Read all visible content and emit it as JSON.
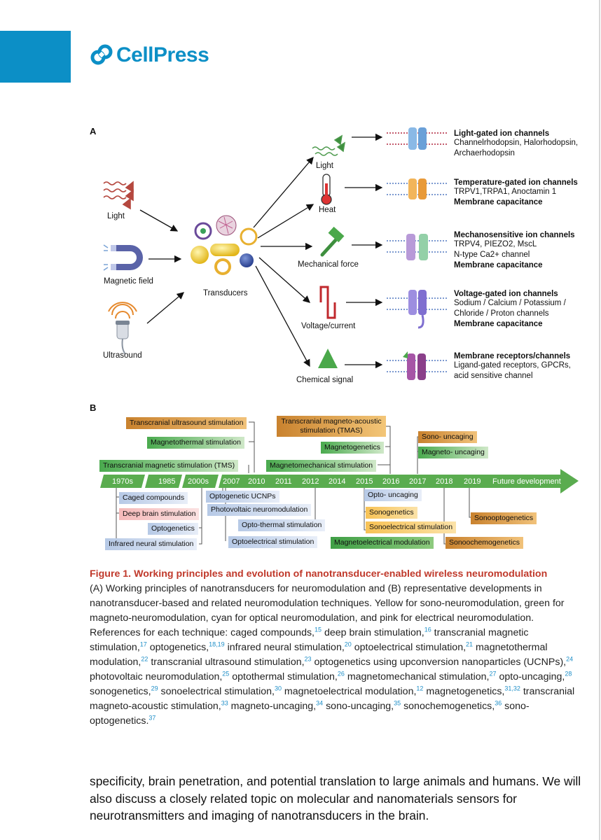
{
  "header": {
    "logo_text": "CellPress"
  },
  "panel_a": {
    "letter": "A",
    "inputs": [
      "Light",
      "Magnetic field",
      "Ultrasound"
    ],
    "transducers_label": "Transducers",
    "outputs": [
      "Light",
      "Heat",
      "Mechanical force",
      "Voltage/current",
      "Chemical signal"
    ],
    "channels": [
      {
        "title": "Light-gated ion channels",
        "lines": [
          "Channelrhodopsin, Halorhodopsin,",
          "Archaerhodopsin"
        ],
        "bold_line": ""
      },
      {
        "title": "Temperature-gated ion channels",
        "lines": [
          "TRPV1,TRPA1, Anoctamin 1"
        ],
        "bold_line": "Membrane capacitance"
      },
      {
        "title": "Mechanosensitive ion channels",
        "lines": [
          "TRPV4, PIEZO2, MscL",
          "N-type Ca2+ channel"
        ],
        "bold_line": "Membrane capacitance"
      },
      {
        "title": "Voltage-gated ion channels",
        "lines": [
          " Sodium / Calcium / Potassium /",
          "Chloride / Proton channels"
        ],
        "bold_line": "Membrane capacitance"
      },
      {
        "title": "Membrane receptors/channels",
        "lines": [
          "Ligand-gated receptors, GPCRs,",
          "acid sensitive channel"
        ],
        "bold_line": ""
      }
    ],
    "colors": {
      "light_wave": "#b5483f",
      "magnet": "#5a63a8",
      "ultrasound": "#e68a2e",
      "arrow": "#111111"
    }
  },
  "panel_b": {
    "letter": "B",
    "years": [
      "1970s",
      "1985",
      "2000s",
      "2007",
      "2010",
      "2011",
      "2012",
      "2014",
      "2015",
      "2016",
      "2017",
      "2018",
      "2019",
      "Future development"
    ],
    "above": [
      {
        "text": "Transcranial ultrasound stimulation",
        "style": "orange"
      },
      {
        "text": "Magnetothermal stimulation",
        "style": "green"
      },
      {
        "text": "Transcranial magnetic stimulation (TMS)",
        "style": "green"
      },
      {
        "text": "Transcranial magneto-acoustic",
        "style": "orange2"
      },
      {
        "text": "stimulation (TMAS)",
        "style": "orange2"
      },
      {
        "text": "Magnetogenetics",
        "style": "green"
      },
      {
        "text": "Magnetomechanical stimulation",
        "style": "green"
      },
      {
        "text": "Sono- uncaging",
        "style": "orange"
      },
      {
        "text": "Magneto- uncaging",
        "style": "green"
      }
    ],
    "below": [
      {
        "text": "Caged compounds",
        "style": "blue"
      },
      {
        "text": "Deep brain stimulation",
        "style": "pink"
      },
      {
        "text": "Optogenetics",
        "style": "blue"
      },
      {
        "text": "Infrared neural stimulation",
        "style": "blue"
      },
      {
        "text": "Optogenetic UCNPs",
        "style": "blue"
      },
      {
        "text": "Photovoltaic neuromodulation",
        "style": "blue"
      },
      {
        "text": "Opto-thermal  stimulation",
        "style": "blue"
      },
      {
        "text": "Optoelectrical stimulation",
        "style": "blue"
      },
      {
        "text": "Opto- uncaging",
        "style": "blue"
      },
      {
        "text": "Sonogenetics",
        "style": "yellow"
      },
      {
        "text": "Sonoelectrical stimulation",
        "style": "yellow"
      },
      {
        "text": "Magnetoelectrical modulation",
        "style": "greenD"
      },
      {
        "text": "Sonoochemogenetics",
        "style": "orange"
      },
      {
        "text": "Sonooptogenetics",
        "style": "orange"
      }
    ],
    "colors": {
      "timeline": "#5aac4f",
      "orange": "#e0a04a",
      "green": "#6cbb5e",
      "blue": "#c9d7ee",
      "pink": "#f4b9b9",
      "yellow": "#f7c255"
    }
  },
  "caption": {
    "title": "Figure 1.  Working principles and evolution of nanotransducer-enabled wireless neuromodulation",
    "segments": [
      {
        "t": "(A) Working principles of nanotransducers for neuromodulation and (B) representative developments in nanotransducer-based and related neuromodulation techniques. Yellow for sono-neuromodulation, green for magneto-neuromodulation, cyan for optical neuromodulation, and pink for electrical neuromodulation. References for each technique: caged compounds,",
        "r": "15"
      },
      {
        "t": " deep brain stimulation,",
        "r": "16"
      },
      {
        "t": " transcranial magnetic stimulation,",
        "r": "17"
      },
      {
        "t": " optogenetics,",
        "r": "18,19"
      },
      {
        "t": " infrared neural stimulation,",
        "r": "20"
      },
      {
        "t": " optoelectrical stimulation,",
        "r": "21"
      },
      {
        "t": " magnetothermal modulation,",
        "r": "22"
      },
      {
        "t": " transcranial ultrasound stimulation,",
        "r": "23"
      },
      {
        "t": " optogenetics using upconversion nanoparticles (UCNPs),",
        "r": "24"
      },
      {
        "t": " photovoltaic neuromodulation,",
        "r": "25"
      },
      {
        "t": " optothermal stimulation,",
        "r": "26"
      },
      {
        "t": " magnetomechanical stimulation,",
        "r": "27"
      },
      {
        "t": " opto-uncaging,",
        "r": "28"
      },
      {
        "t": " sonogenetics,",
        "r": "29"
      },
      {
        "t": " sonoelectrical stimulation,",
        "r": "30"
      },
      {
        "t": " magnetoelectrical modulation,",
        "r": "12"
      },
      {
        "t": " magnetogenetics,",
        "r": "31,32"
      },
      {
        "t": " transcranial magneto-acoustic stimulation,",
        "r": "33"
      },
      {
        "t": " magneto-uncaging,",
        "r": "34"
      },
      {
        "t": " sono-uncaging,",
        "r": "35"
      },
      {
        "t": " sonochemogenetics,",
        "r": "36"
      },
      {
        "t": " sono-optogenetics.",
        "r": "37"
      }
    ]
  },
  "body": {
    "text": "specificity, brain penetration, and potential translation to large animals and humans. We will also discuss a closely related topic on molecular and nanomaterials sensors for neurotransmitters and imaging of nanotransducers in the brain."
  }
}
